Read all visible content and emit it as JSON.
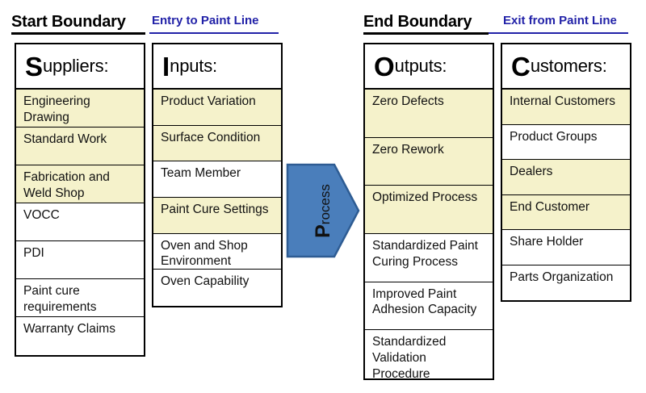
{
  "diagram": {
    "type": "SIPOC",
    "start_boundary": {
      "label": "Start Boundary",
      "gate": "Entry to Paint Line"
    },
    "end_boundary": {
      "label": "End Boundary",
      "gate": "Exit from Paint Line"
    },
    "process": {
      "cap": "P",
      "rest": "rocess",
      "full_label": "Process",
      "fill_color": "#4A7EBB",
      "stroke_color": "#2E5C93"
    },
    "highlight_color": "#F5F2CB",
    "columns": [
      {
        "key": "suppliers",
        "cap": "S",
        "rest": "uppliers:",
        "title": "Suppliers:",
        "items": [
          {
            "text": "Engineering Drawing",
            "highlighted": true
          },
          {
            "text": "Standard Work",
            "highlighted": true
          },
          {
            "text": "Fabrication and Weld Shop",
            "highlighted": true
          },
          {
            "text": "VOCC",
            "highlighted": false
          },
          {
            "text": "PDI",
            "highlighted": false
          },
          {
            "text": "Paint cure requirements",
            "highlighted": false
          },
          {
            "text": "Warranty Claims",
            "highlighted": false
          }
        ]
      },
      {
        "key": "inputs",
        "cap": "I",
        "rest": "nputs:",
        "title": "Inputs:",
        "items": [
          {
            "text": "Product Variation",
            "highlighted": true
          },
          {
            "text": "Surface Condition",
            "highlighted": true
          },
          {
            "text": "Team Member",
            "highlighted": false
          },
          {
            "text": "Paint Cure Settings",
            "highlighted": true
          },
          {
            "text": "Oven and Shop Environment",
            "highlighted": false
          },
          {
            "text": "Oven Capability",
            "highlighted": false
          }
        ]
      },
      {
        "key": "outputs",
        "cap": "O",
        "rest": "utputs:",
        "title": "Outputs:",
        "items": [
          {
            "text": "Zero Defects",
            "highlighted": true
          },
          {
            "text": "Zero Rework",
            "highlighted": true
          },
          {
            "text": "Optimized Process",
            "highlighted": true
          },
          {
            "text": "Standardized Paint Curing Process",
            "highlighted": false
          },
          {
            "text": "Improved Paint Adhesion Capacity",
            "highlighted": false
          },
          {
            "text": "Standardized Validation Procedure",
            "highlighted": false
          }
        ]
      },
      {
        "key": "customers",
        "cap": "C",
        "rest": "ustomers:",
        "title": "Customers:",
        "items": [
          {
            "text": "Internal Customers",
            "highlighted": true
          },
          {
            "text": "Product Groups",
            "highlighted": false
          },
          {
            "text": "Dealers",
            "highlighted": true
          },
          {
            "text": "End Customer",
            "highlighted": true
          },
          {
            "text": "Share Holder",
            "highlighted": false
          },
          {
            "text": "Parts Organization",
            "highlighted": false
          }
        ]
      }
    ]
  }
}
